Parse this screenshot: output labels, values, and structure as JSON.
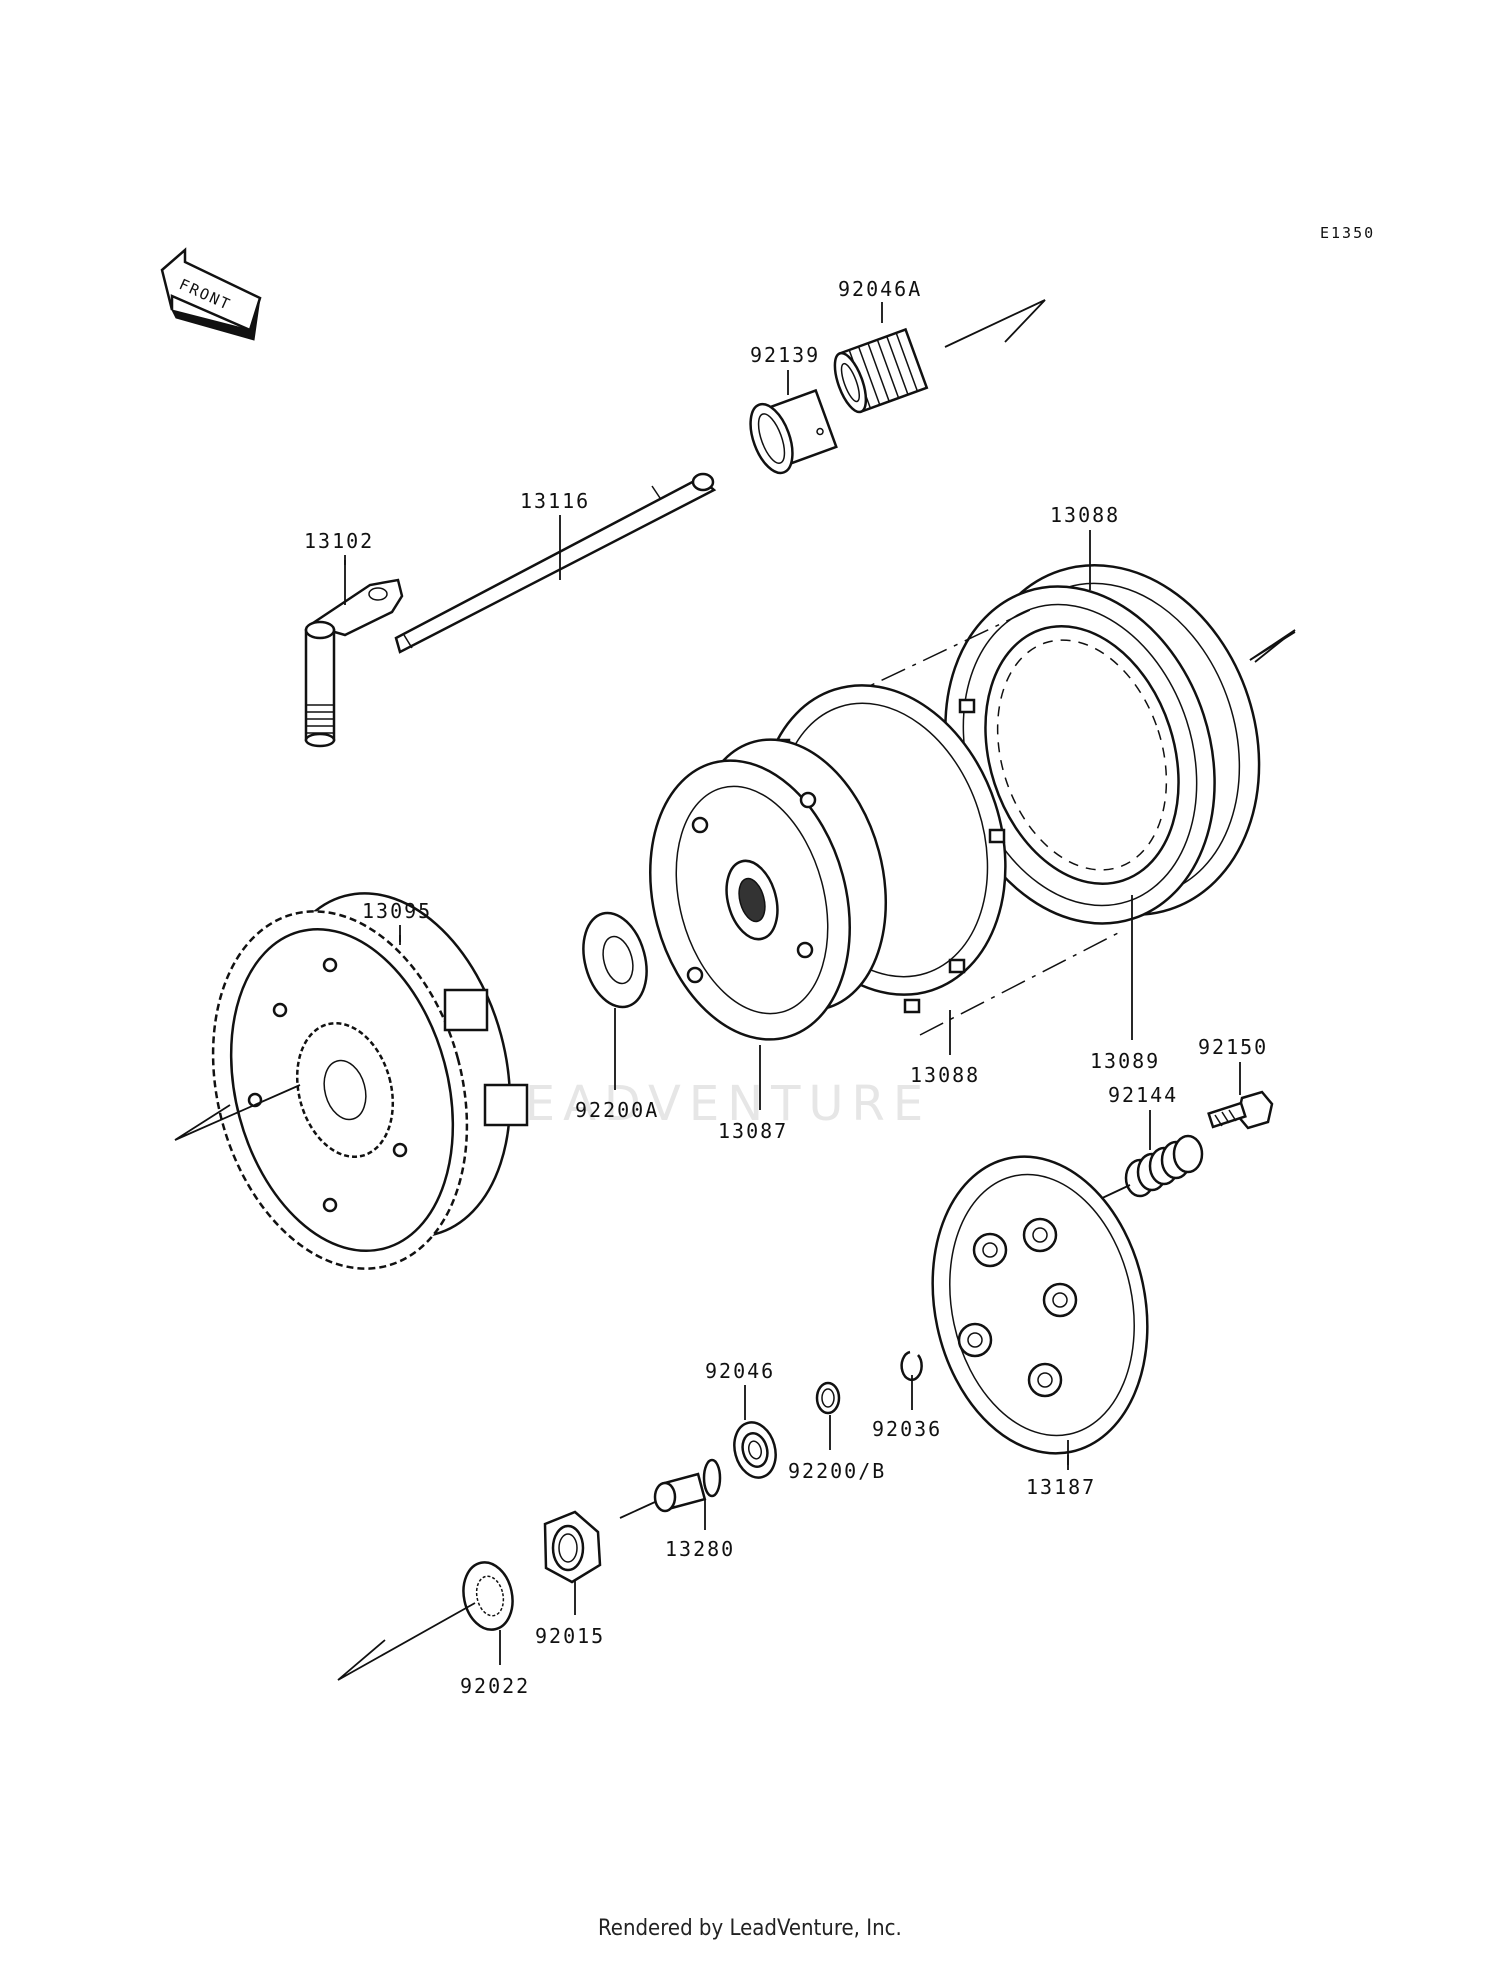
{
  "diagram_code": "E1350",
  "front_label": "FRONT",
  "watermark": "LEADVENTURE",
  "footer": "Rendered by LeadVenture, Inc.",
  "parts": {
    "p92046A": "92046A",
    "p92139": "92139",
    "p13116": "13116",
    "p13102": "13102",
    "p13088_top": "13088",
    "p13095": "13095",
    "p92200A": "92200A",
    "p13087": "13087",
    "p13088_bottom": "13088",
    "p13089": "13089",
    "p92150": "92150",
    "p92144": "92144",
    "p92046": "92046",
    "p92036": "92036",
    "p92200B": "92200/B",
    "p13187": "13187",
    "p13280": "13280",
    "p92015": "92015",
    "p92022": "92022"
  }
}
